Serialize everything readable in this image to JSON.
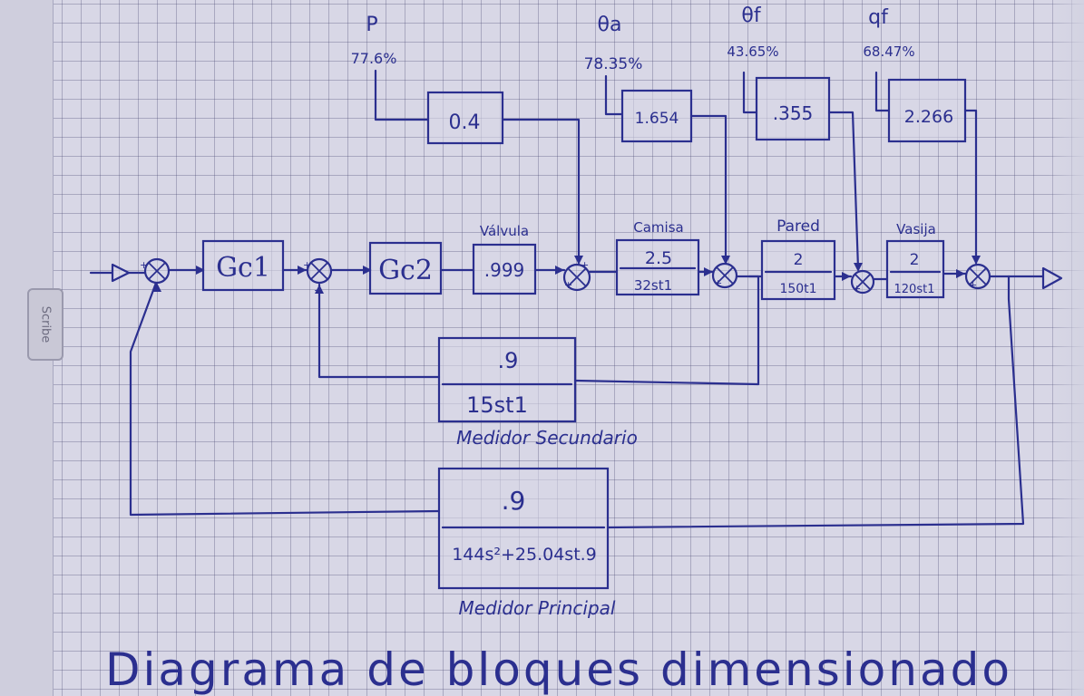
{
  "page": {
    "side_tab_label": "Scribe",
    "title": "Diagrama de bloques dimensionado"
  },
  "disturbances": [
    {
      "symbol": "P",
      "value": "77.6%",
      "gain": "0.4"
    },
    {
      "symbol": "θa",
      "value": "78.35%",
      "gain": "1.654"
    },
    {
      "symbol": "θf",
      "value": "43.65%",
      "gain": ".355"
    },
    {
      "symbol": "qf",
      "value": "68.47%",
      "gain": "2.266"
    }
  ],
  "blocks": {
    "gc1": "Gc1",
    "gc2": "Gc2",
    "valvula": {
      "label": "Válvula",
      "gain": ".999"
    },
    "camisa": {
      "label": "Camisa",
      "num": "2.5",
      "den": "32st1"
    },
    "pared": {
      "label": "Pared",
      "num": "2",
      "den": "150t1"
    },
    "vasija": {
      "label": "Vasija",
      "num": "2",
      "den": "120st1"
    },
    "medidor_secundario": {
      "label": "Medidor Secundario",
      "num": ".9",
      "den": "15st1"
    },
    "medidor_principal": {
      "label": "Medidor Principal",
      "num": ".9",
      "den": "144s²+25.04st.9"
    }
  },
  "signs": {
    "plus": "+",
    "minus": "−"
  }
}
